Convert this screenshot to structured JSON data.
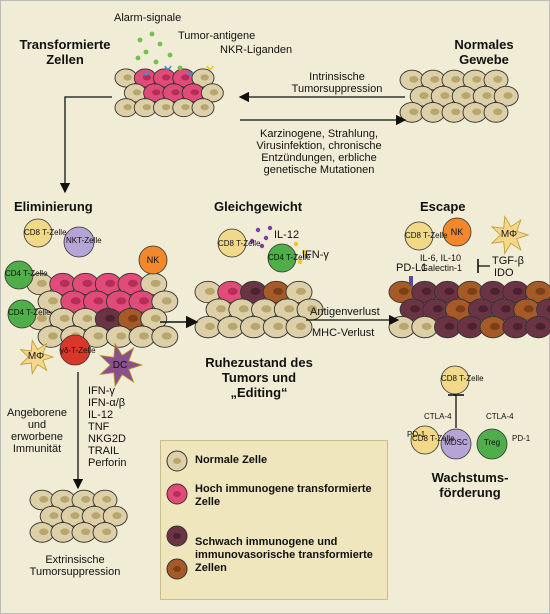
{
  "headings": {
    "transformed": "Transformierte Zellen",
    "normal_tissue": "Normales Gewebe",
    "elimination": "Eliminierung",
    "equilibrium": "Gleichgewicht",
    "escape": "Escape",
    "dormancy": "Ruhezustand des Tumors und „Editing“",
    "growth": "Wachstums-förderung"
  },
  "labels": {
    "alarm_signals": "Alarm-signale",
    "tumor_antigens": "Tumor-antigene",
    "nkr_ligands": "NKR-Liganden",
    "intrinsic": "Intrinsische Tumorsuppression",
    "causes": "Karzinogene, Strahlung, Virusinfektion, chronische Entzündungen, erbliche genetische Mutationen",
    "innate_adaptive": "Angeborene und erworbene Immunität",
    "extrinsic": "Extrinsische Tumorsuppression",
    "antigen_loss": "Antigenverlust",
    "mhc_loss": "MHC-Verlust",
    "il12": "IL-12",
    "ifn_gamma": "IFN-γ",
    "pd_l1": "PD-L1",
    "il6_il10": "IL-6, IL-10",
    "galectin": "Galectin-1",
    "tgf_beta": "TGF-β",
    "ido": "IDO",
    "ctla4_left": "CTLA-4",
    "ctla4_right": "CTLA-4",
    "pd1_left": "PD-1",
    "pd1_right": "PD-1"
  },
  "cytokines": [
    "IFN-γ",
    "IFN-α/β",
    "IL-12",
    "TNF",
    "NKG2D",
    "TRAIL",
    "Perforin"
  ],
  "cells": {
    "cd8": "CD8 T-Zelle",
    "cd4": "CD4 T-Zelle",
    "nkt": "NKT-Zelle",
    "nk": "NK",
    "mphi": "MΦ",
    "gd": "γδ-T-Zelle",
    "dc": "DC",
    "mdsc": "MDSC",
    "treg": "Treg"
  },
  "legend": [
    {
      "label": "Normale Zelle",
      "color": "#ddcfa8"
    },
    {
      "label": "Hoch immunogene transformierte Zelle",
      "color": "#e04b79"
    },
    {
      "label": "Schwach immunogene und immunovasorische transformierte Zellen",
      "color": "#6b3444"
    },
    {
      "label": "",
      "color": "#a55a28"
    }
  ]
}
